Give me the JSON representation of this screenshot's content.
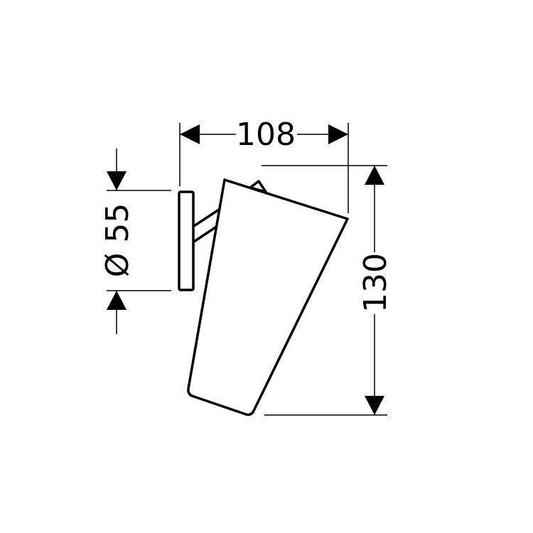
{
  "drawing": {
    "dimensions": {
      "width": "108",
      "diameter": "Ø 55",
      "height": "130"
    },
    "colors": {
      "line": "#000000",
      "background": "#ffffff"
    }
  }
}
